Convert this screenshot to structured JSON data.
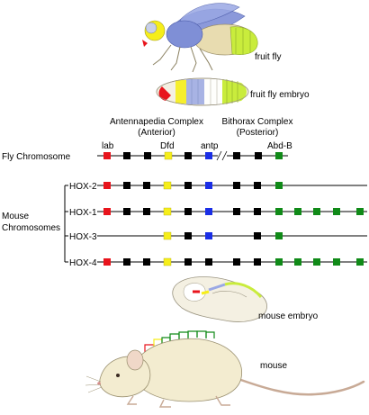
{
  "labels": {
    "fruit_fly": "fruit fly",
    "fruit_fly_embryo": "fruit fly embryo",
    "antennapedia_title": "Antennapedia Complex",
    "antennapedia_sub": "(Anterior)",
    "bithorax_title": "Bithorax Complex",
    "bithorax_sub": "(Posterior)",
    "fly_chromosome": "Fly Chromosome",
    "mouse_chromosomes_line1": "Mouse",
    "mouse_chromosomes_line2": "Chromosomes",
    "mouse_embryo": "mouse embryo",
    "mouse": "mouse"
  },
  "fly_gene_labels": {
    "lab": "lab",
    "dfd": "Dfd",
    "antp": "antp",
    "abdb": "Abd-B"
  },
  "colors": {
    "red": "#e8141c",
    "black": "#000000",
    "yellow": "#f6ee1a",
    "blue": "#1a2ee6",
    "green": "#108a18",
    "fly_body": "#e8dcb0",
    "fly_wing": "#7f8fd6",
    "fly_abdomen": "#c9ec3c",
    "mouse_body": "#f3ecd0"
  },
  "mouse_clusters": [
    {
      "name": "HOX-2",
      "genes": [
        "red",
        "black",
        "black",
        "yellow",
        "black",
        "blue",
        "black",
        "black",
        "green"
      ]
    },
    {
      "name": "HOX-1",
      "genes": [
        "red",
        "black",
        "black",
        "yellow",
        "black",
        "blue",
        "black",
        "black",
        "green",
        "green",
        "green",
        "green",
        "green"
      ]
    },
    {
      "name": "HOX-3",
      "genes": [
        "yellow",
        "black",
        "blue",
        "black",
        "green"
      ]
    },
    {
      "name": "HOX-4",
      "genes": [
        "red",
        "black",
        "black",
        "yellow",
        "black",
        "black",
        "black",
        "black",
        "green",
        "green",
        "green",
        "green",
        "green"
      ]
    }
  ]
}
